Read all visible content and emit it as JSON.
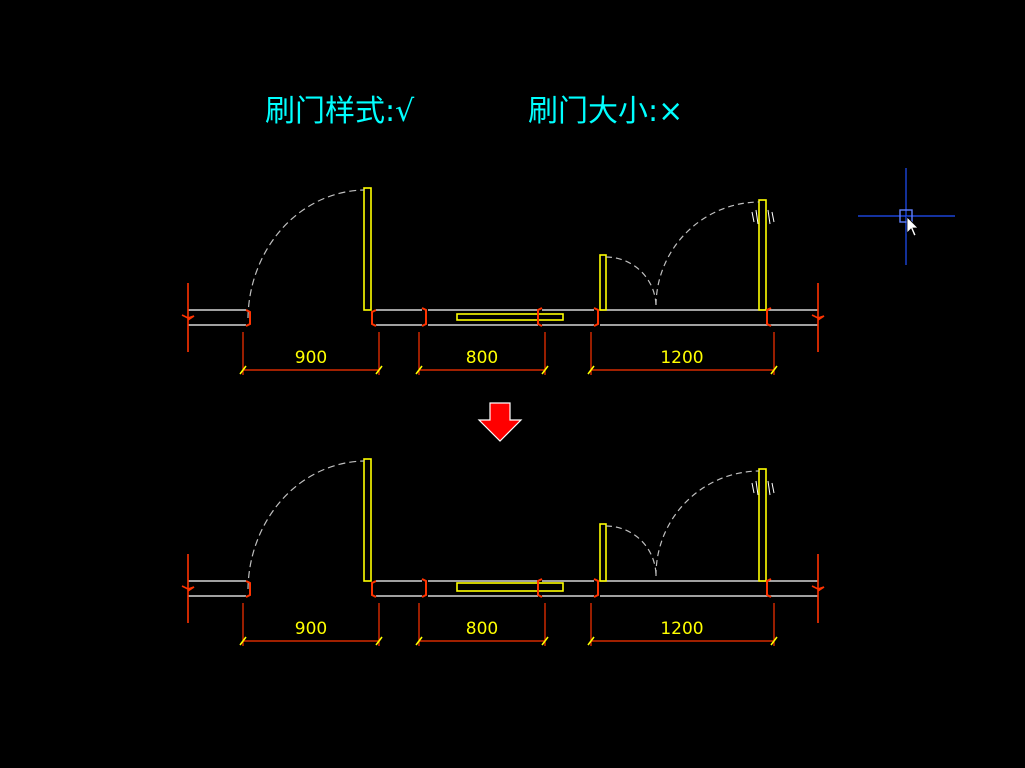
{
  "heading": {
    "door_style_label": "刷门样式:√",
    "door_size_label": "刷门大小:×"
  },
  "colors": {
    "background": "#000000",
    "heading": "#00FFFF",
    "wall": "#FFFFFF",
    "door_leaf": "#FFFF00",
    "frame_mark": "#FF3300",
    "dimension_line": "#FF3300",
    "dimension_text": "#FFFF00",
    "swing_arc": "#C0C0C0",
    "transform_arrow": "#FF0000",
    "cursor_crosshair": "#2050FF"
  },
  "plans": [
    {
      "name": "before",
      "dimensions": [
        {
          "label": "900"
        },
        {
          "label": "800"
        },
        {
          "label": "1200"
        }
      ]
    },
    {
      "name": "after",
      "dimensions": [
        {
          "label": "900"
        },
        {
          "label": "800"
        },
        {
          "label": "1200"
        }
      ]
    }
  ],
  "icons": {
    "arrow": "down-arrow-icon",
    "cursor": "crosshair-cursor-icon"
  }
}
